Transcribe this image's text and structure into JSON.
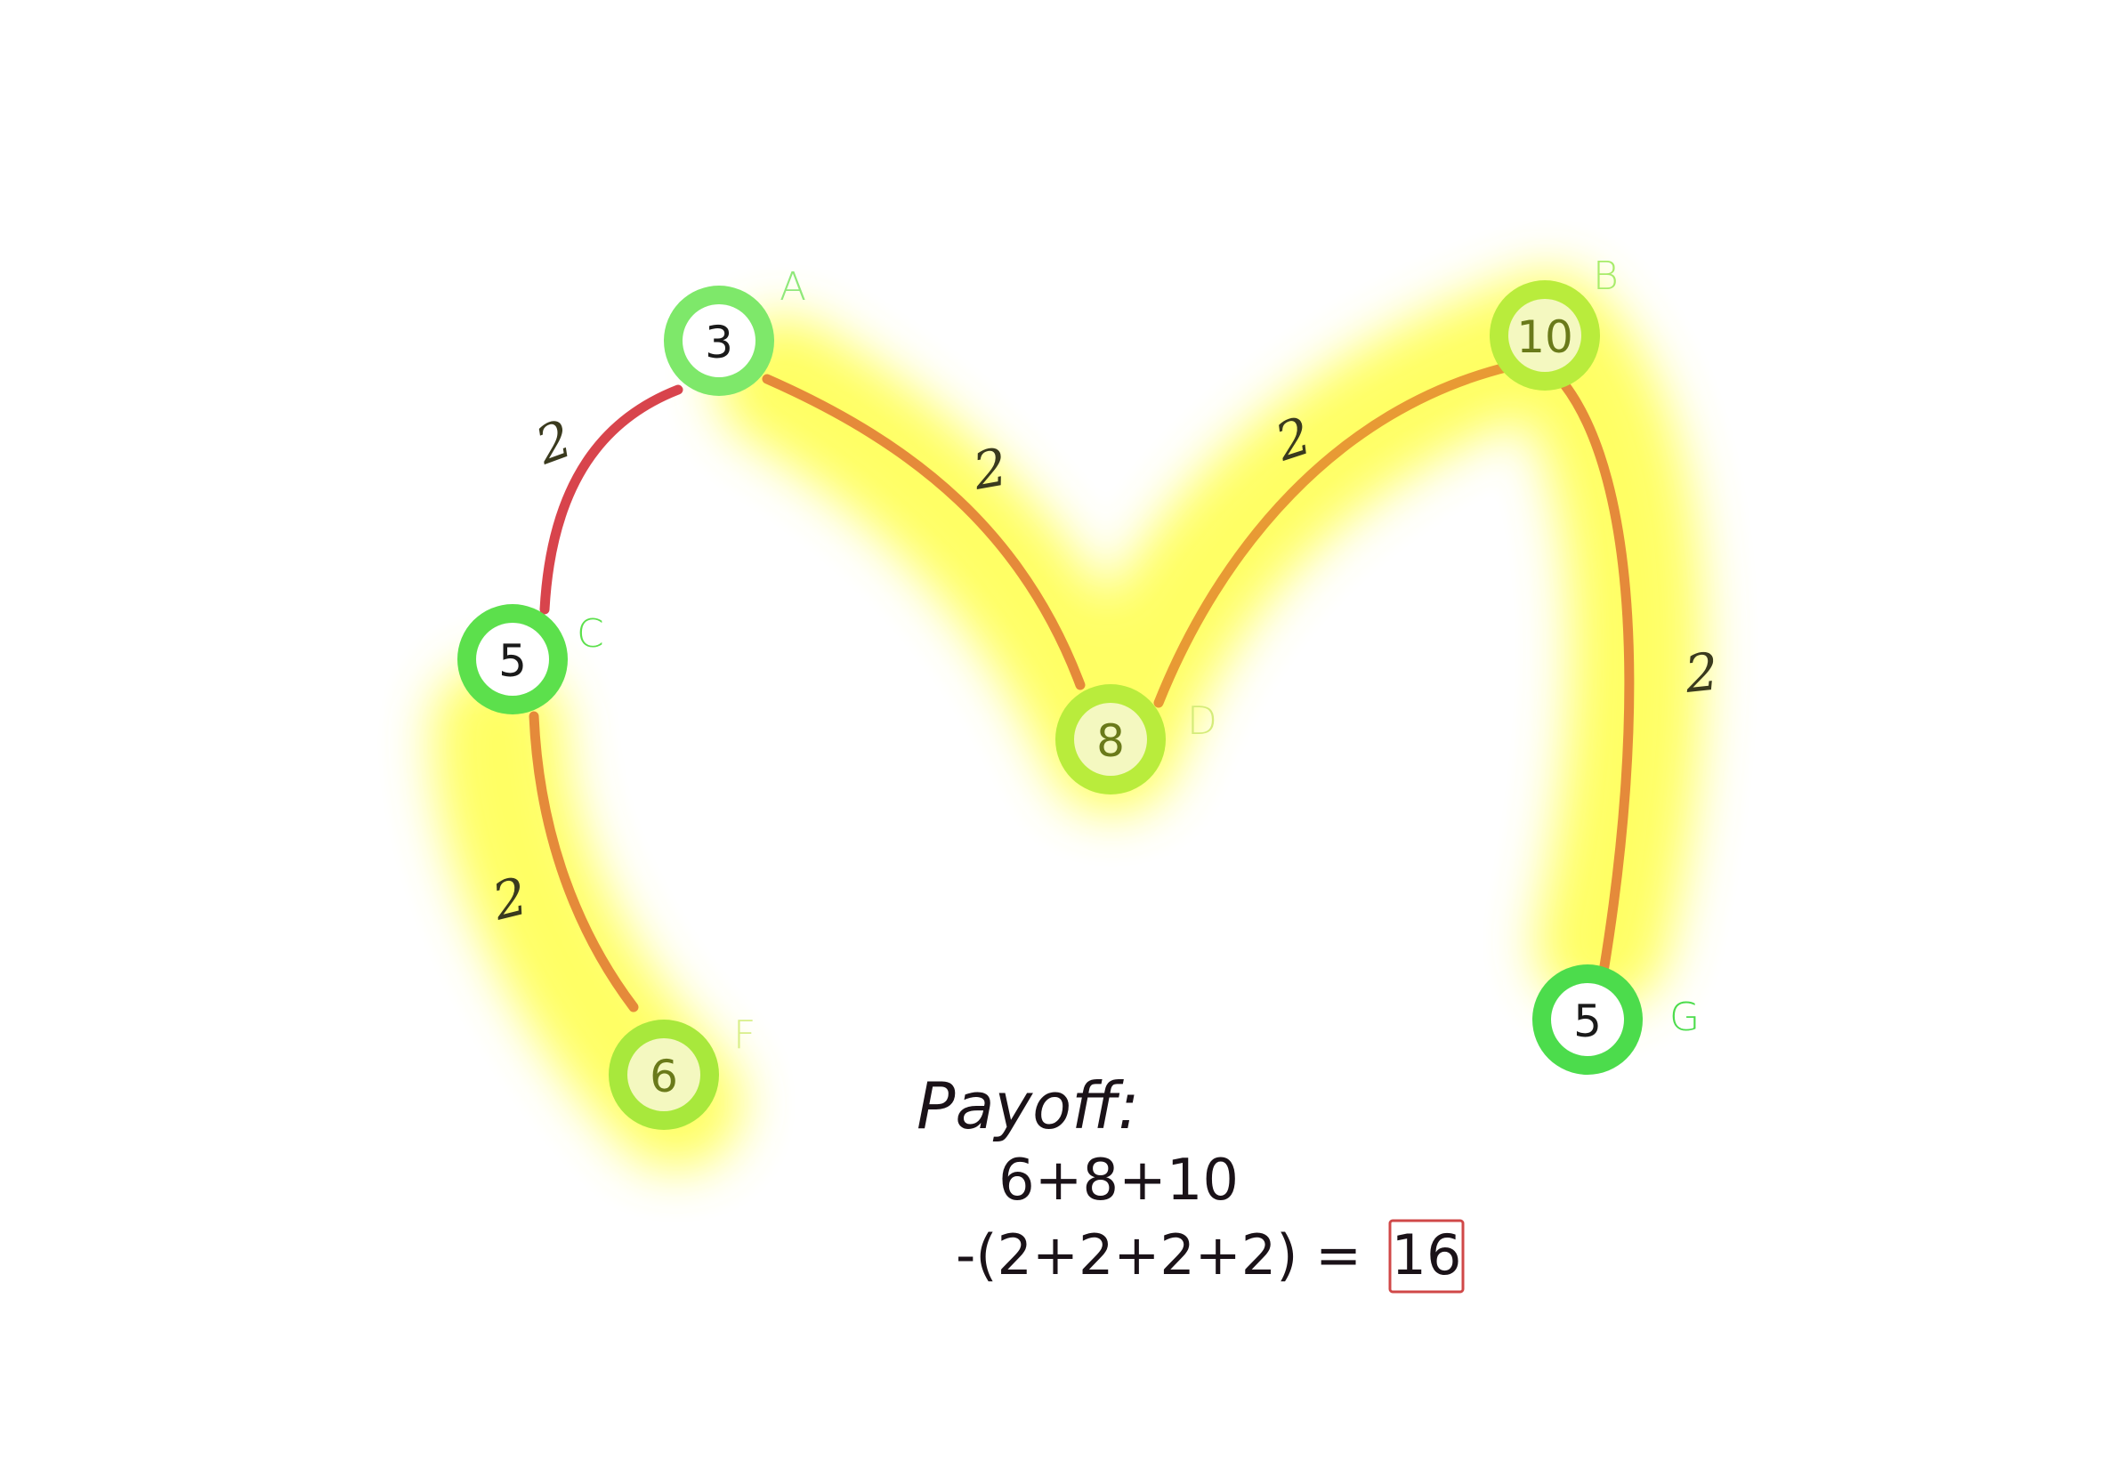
{
  "nodes": [
    {
      "id": "A",
      "label": "A",
      "value": "3",
      "ring_color": "#7ee86a",
      "text_color": "#1a1a1a",
      "letter_color": "#8fe87a",
      "highlighted": false
    },
    {
      "id": "B",
      "label": "B",
      "value": "10",
      "ring_color": "#b9ec3c",
      "text_color": "#6a7a1a",
      "letter_color": "#a8ec6a",
      "highlighted": true
    },
    {
      "id": "C",
      "label": "C",
      "value": "5",
      "ring_color": "#5ce04c",
      "text_color": "#1a1a1a",
      "letter_color": "#5ce04c",
      "highlighted": false
    },
    {
      "id": "D",
      "label": "D",
      "value": "8",
      "ring_color": "#b9ec3c",
      "text_color": "#6a7a1a",
      "letter_color": "#d4ec7a",
      "highlighted": true
    },
    {
      "id": "F",
      "label": "F",
      "value": "6",
      "ring_color": "#a8e83c",
      "text_color": "#6a7a1a",
      "letter_color": "#d8ef8a",
      "highlighted": true
    },
    {
      "id": "G",
      "label": "G",
      "value": "5",
      "ring_color": "#4cdc4c",
      "text_color": "#1a1a1a",
      "letter_color": "#4cdc4c",
      "highlighted": false
    }
  ],
  "edges": [
    {
      "from": "A",
      "to": "C",
      "weight": "2",
      "color": "#d8444c",
      "highlighted": false
    },
    {
      "from": "A",
      "to": "D",
      "weight": "2",
      "color": "#e58a3a",
      "highlighted": true
    },
    {
      "from": "D",
      "to": "B",
      "weight": "2",
      "color": "#e89a34",
      "highlighted": true
    },
    {
      "from": "B",
      "to": "G",
      "weight": "2",
      "color": "#e58a3a",
      "highlighted": true
    },
    {
      "from": "C",
      "to": "F",
      "weight": "2",
      "color": "#e58a3a",
      "highlighted": true
    }
  ],
  "highlight_color": "#ffff4a",
  "payoff": {
    "title": "Payoff:",
    "line1": "6+8+10",
    "line2": "-(2+2+2+2) =",
    "result": "16",
    "result_box_color": "#d04848"
  }
}
